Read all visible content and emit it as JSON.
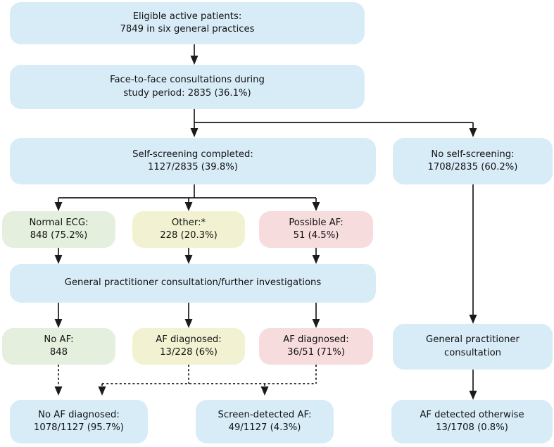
{
  "diagram": {
    "title": "Atrial fibrillation self-screening study flow diagram",
    "colors": {
      "blue": "#d8ecf8",
      "green": "#e4efdd",
      "yellow": "#f2f2d2",
      "pink": "#f6dcdd",
      "edge": "#1b1b1b",
      "text": "#121212"
    },
    "nodes": {
      "eligible_patients": "Eligible active patients:\n7849 in six general practices",
      "face_to_face": "Face-to-face consultations during\nstudy period: 2835 (36.1%)",
      "self_screening_completed": "Self-screening completed:\n1127/2835 (39.8%)",
      "no_self_screening": "No self-screening:\n1708/2835 (60.2%)",
      "normal_ecg": "Normal ECG:\n848 (75.2%)",
      "other": "Other:*\n228 (20.3%)",
      "possible_af": "Possible AF:\n51 (4.5%)",
      "gp_consultation_investigations": "General practitioner consultation/further investigations",
      "no_af": "No AF:\n848",
      "af_diagnosed_other": "AF diagnosed:\n13/228 (6%)",
      "af_diagnosed_possible": "AF diagnosed:\n36/51 (71%)",
      "gp_consultation_right": "General practitioner\nconsultation",
      "no_af_diagnosed": "No AF diagnosed:\n1078/1127 (95.7%)",
      "screen_detected_af": "Screen-detected AF:\n49/1127 (4.3%)",
      "af_detected_otherwise": "AF detected otherwise\n13/1708 (0.8%)"
    }
  }
}
